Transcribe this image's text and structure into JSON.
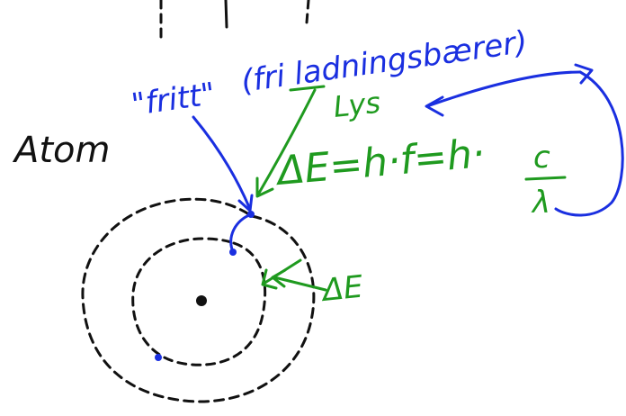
{
  "labels": {
    "atom": "Atom",
    "fritt": "\"fritt\"",
    "free_carrier": "(fri ladningsbærer)",
    "light": "Lys",
    "energy_equation": "ΔE=h·f=h·",
    "fraction_numerator": "c",
    "fraction_denominator": "λ",
    "energy_gap": "ΔE"
  },
  "colors": {
    "black_ink": "#111111",
    "blue_ink": "#1a2fe0",
    "green_ink": "#1f9a1f"
  }
}
